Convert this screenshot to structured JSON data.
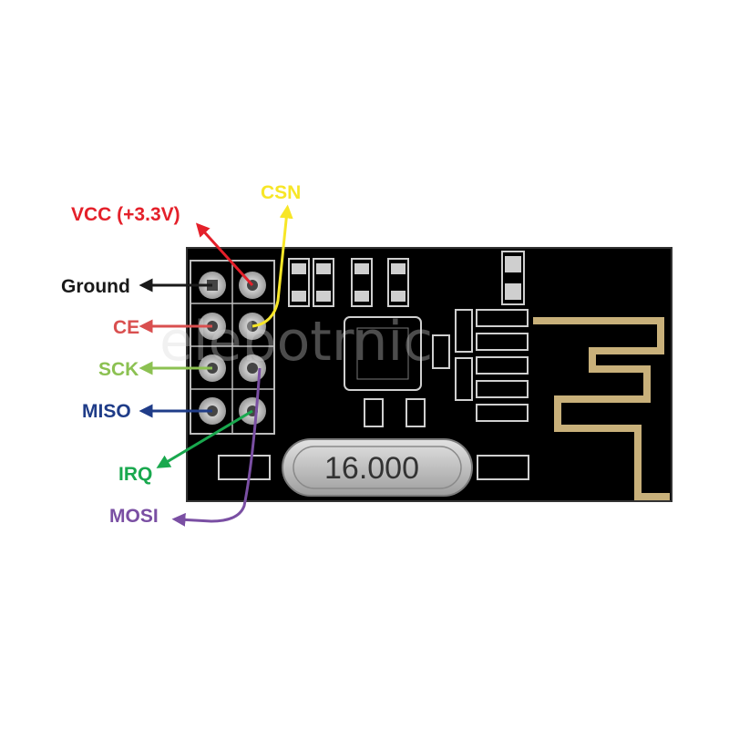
{
  "watermark": "elebotrnic",
  "crystal_text": "16.000",
  "pins": [
    {
      "key": "vcc",
      "label": "VCC (+3.3V)",
      "color": "#e4202a"
    },
    {
      "key": "csn",
      "label": "CSN",
      "color": "#f7e627"
    },
    {
      "key": "ground",
      "label": "Ground",
      "color": "#1a1a1a"
    },
    {
      "key": "ce",
      "label": "CE",
      "color": "#d94f4f"
    },
    {
      "key": "sck",
      "label": "SCK",
      "color": "#8cc152"
    },
    {
      "key": "miso",
      "label": "MISO",
      "color": "#1f3c88"
    },
    {
      "key": "irq",
      "label": "IRQ",
      "color": "#19a84e"
    },
    {
      "key": "mosi",
      "label": "MOSI",
      "color": "#7a4fa3"
    }
  ],
  "colors": {
    "board": "#000000",
    "silk": "#c8c8c8",
    "pad": "#c9c9c9",
    "antenna": "#c8b07a",
    "crystal": "#bdbdbd"
  }
}
